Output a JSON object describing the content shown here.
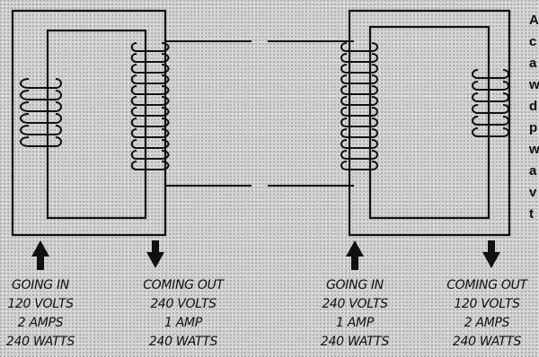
{
  "side_text": [
    "A",
    "c",
    "a",
    "w",
    "d",
    "p",
    "w",
    "a",
    "v",
    "t"
  ],
  "left_transformer": {
    "input": {
      "direction": "GOING IN",
      "volts": "120 VOLTS",
      "amps": "2 AMPS",
      "watts": "240 WATTS"
    },
    "output": {
      "direction": "COMING OUT",
      "volts": "240 VOLTS",
      "amps": "1 AMP",
      "watts": "240 WATTS"
    }
  },
  "right_transformer": {
    "input": {
      "direction": "GOING IN",
      "volts": "240 VOLTS",
      "amps": "1 AMP",
      "watts": "240 WATTS"
    },
    "output": {
      "direction": "COMING OUT",
      "volts": "120 VOLTS",
      "amps": "2 AMPS",
      "watts": "240 WATTS"
    }
  },
  "colors": {
    "line": "#111111",
    "core_fill": "#d8d8d8"
  }
}
